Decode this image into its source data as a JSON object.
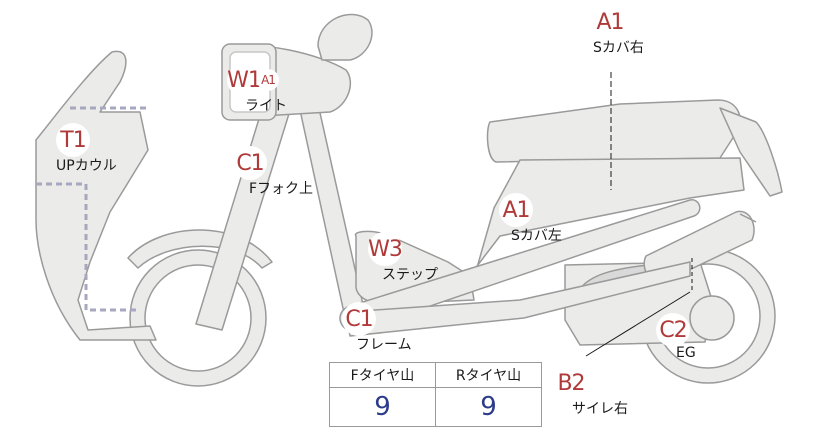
{
  "markers": [
    {
      "id": "t1",
      "grade": "T1",
      "part": "UPカウル"
    },
    {
      "id": "w1",
      "grade": "W1",
      "grade2": "A1",
      "part": "ライト"
    },
    {
      "id": "c1-fork",
      "grade": "C1",
      "part": "Fフォク上"
    },
    {
      "id": "a1-right",
      "grade": "A1",
      "part": "Sカバ右"
    },
    {
      "id": "a1-left",
      "grade": "A1",
      "part": "Sカバ左"
    },
    {
      "id": "w3",
      "grade": "W3",
      "part": "ステップ"
    },
    {
      "id": "c1-frame",
      "grade": "C1",
      "part": "フレーム"
    },
    {
      "id": "c2",
      "grade": "C2",
      "part": "EG"
    },
    {
      "id": "b2",
      "grade": "B2",
      "part": "サイレ右"
    }
  ],
  "tires": {
    "front_label": "Fタイヤ山",
    "rear_label": "Rタイヤ山",
    "front_value": "9",
    "rear_value": "9"
  },
  "colors": {
    "body_fill": "#ebebea",
    "body_stroke": "#9a9a9a",
    "dash": "#a7a7bf",
    "grade_text": "#b03a3a",
    "tire_value": "#2d3b8c"
  }
}
